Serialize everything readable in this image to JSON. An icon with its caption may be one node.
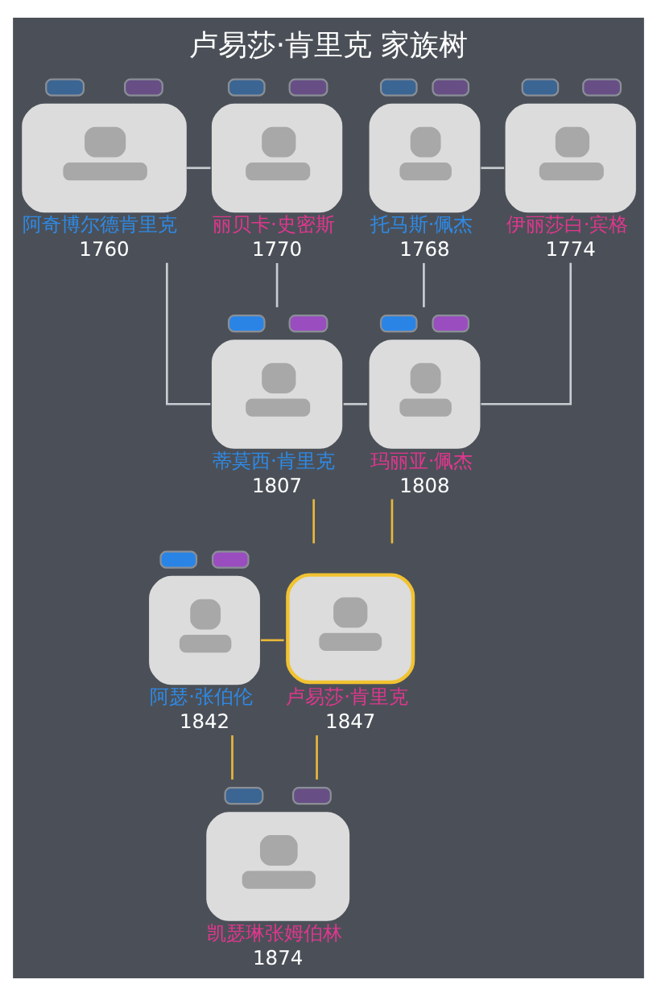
{
  "diagram": {
    "title": "卢易莎·肯里克 家族树",
    "nodes": [
      {
        "text": [
          "阿奇博尔德肯里克",
          "1760"
        ]
      },
      {
        "text": [
          "丽贝卡·史密斯",
          "1770"
        ]
      },
      {
        "text": [
          "托马斯·佩杰",
          "1768"
        ]
      },
      {
        "text": [
          "伊丽莎白·宾格",
          "1774"
        ]
      },
      {
        "text": [
          "蒂莫西·肯里克",
          "1807"
        ]
      },
      {
        "text": [
          "玛丽亚·佩杰",
          "1808"
        ]
      },
      {
        "text": [
          "阿瑟·张伯伦",
          "1842"
        ]
      },
      {
        "text": [
          "卢易莎·肯里克",
          "1847"
        ]
      },
      {
        "text": [
          "凯瑟琳张姆伯林",
          "1874"
        ]
      }
    ],
    "edges": [
      {
        "from": 0,
        "to": 1,
        "arrow": "none"
      },
      {
        "from": 0,
        "to": 4,
        "arrow": "none"
      },
      {
        "from": 1,
        "to": 4,
        "arrow": "none"
      },
      {
        "from": 2,
        "to": 3,
        "arrow": "none"
      },
      {
        "from": 2,
        "to": 5,
        "arrow": "none"
      },
      {
        "from": 3,
        "to": 5,
        "arrow": "none"
      },
      {
        "from": 4,
        "to": 5,
        "arrow": "none"
      },
      {
        "from": 4,
        "to": 7,
        "arrow": "none",
        "color": "#e8b83a"
      },
      {
        "from": 5,
        "to": 7,
        "arrow": "none",
        "color": "#e8b83a"
      },
      {
        "from": 6,
        "to": 7,
        "arrow": "none",
        "color": "#e8b83a"
      },
      {
        "from": 6,
        "to": 8,
        "arrow": "none",
        "color": "#e8b83a"
      },
      {
        "from": 7,
        "to": 8,
        "arrow": "none",
        "color": "#e8b83a"
      }
    ]
  }
}
